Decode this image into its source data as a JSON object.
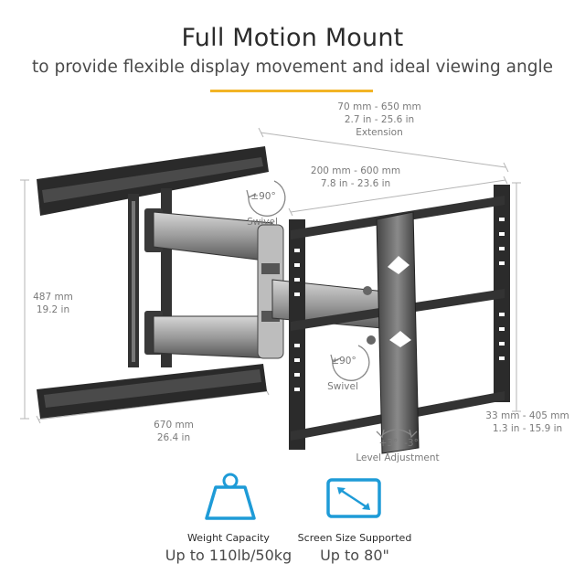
{
  "header": {
    "title": "Full Motion Mount",
    "subtitle": "to provide flexible display movement and ideal viewing angle"
  },
  "dimensions": {
    "extension": {
      "mm": "70 mm - 650 mm",
      "in": "2.7 in - 25.6 in",
      "label": "Extension"
    },
    "vesa_width": {
      "mm": "200 mm - 600 mm",
      "in": "7.8 in - 23.6 in"
    },
    "arm_height": {
      "mm": "487 mm",
      "in": "19.2 in"
    },
    "arm_width": {
      "mm": "670 mm",
      "in": "26.4 in"
    },
    "vesa_height": {
      "mm": "33 mm - 405 mm",
      "in": "1.3 in - 15.9 in"
    }
  },
  "swivel_top": {
    "angle": "±90°",
    "label": "Swivel"
  },
  "swivel_bottom": {
    "angle": "±90°",
    "label": "Swivel"
  },
  "level": {
    "plus": "+3°",
    "minus": "-3°",
    "label": "Level Adjustment"
  },
  "features": [
    {
      "icon": "weight-icon",
      "label": "Weight Capacity",
      "value": "Up to 110lb/50kg"
    },
    {
      "icon": "screen-size-icon",
      "label": "Screen Size Supported",
      "value": "Up to 80\""
    }
  ],
  "colors": {
    "accent": "#f2b425",
    "icon_blue": "#1e9bd7",
    "dim_text": "#7a7a7a"
  }
}
